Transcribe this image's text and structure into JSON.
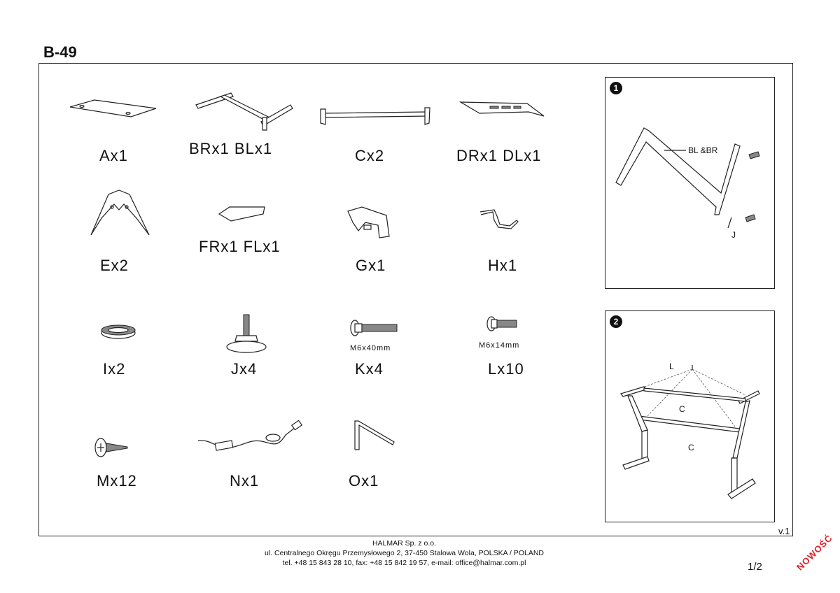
{
  "model": "B-49",
  "parts": {
    "a": "Ax1",
    "b": "BRx1  BLx1",
    "c": "Cx2",
    "d": "DRx1  DLx1",
    "e": "Ex2",
    "f": "FRx1  FLx1",
    "g": "Gx1",
    "h": "Hx1",
    "i": "Ix2",
    "j": "Jx4",
    "k": "Kx4",
    "k_size": "M6x40mm",
    "l": "Lx10",
    "l_size": "M6x14mm",
    "m": "Mx12",
    "n": "Nx1",
    "o": "Ox1"
  },
  "steps": {
    "one": {
      "number": "1",
      "callout_bl": "BL &BR",
      "callout_j": "J"
    },
    "two": {
      "number": "2",
      "callout_l": "L",
      "callout_c1": "C",
      "callout_c2": "C"
    }
  },
  "version": "v.1",
  "footer": {
    "company": "HALMAR Sp. z o.o.",
    "address": "ul. Centralnego Okręgu Przemysłowego 2, 37-450 Stalowa Wola, POLSKA / POLAND",
    "contact": "tel. +48 15 843 28 10, fax: +48 15 842 19 57, e-mail: office@halmar.com.pl"
  },
  "page": "1/2",
  "stamp": "NOWOŚĆ"
}
